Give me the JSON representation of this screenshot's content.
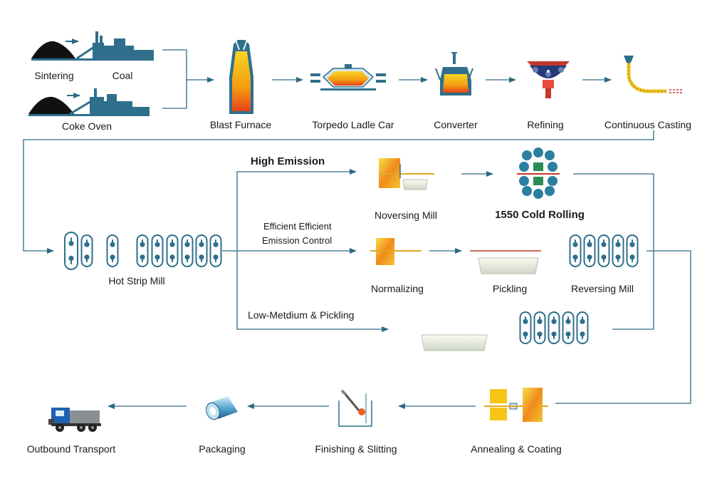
{
  "labels": {
    "sintering": "Sintering",
    "coal": "Coal",
    "coke_oven": "Coke Oven",
    "blast_furnace": "Blast Furnace",
    "torpedo": "Torpedo Ladle Car",
    "converter": "Converter",
    "refining": "Refining",
    "continuous_casting": "Continuous Casting",
    "high_emission": "High Emission",
    "noversing_mill": "Noversing Mill",
    "cold_rolling": "1550 Cold Rolling",
    "efficient_1": "Efficient Efficient",
    "efficient_2": "Emission Control",
    "hot_strip_mill": "Hot Strip Mill",
    "normalizing": "Normalizing",
    "pickling": "Pickling",
    "reversing_mill": "Reversing Mill",
    "low_medium": "Low-Metdium & Pickling",
    "outbound": "Outbound Transport",
    "packaging": "Packaging",
    "finishing": "Finishing & Slitting",
    "annealing": "Annealing & Coating"
  },
  "colors": {
    "line": "#2d6a83",
    "equipment": "#2f6f8c",
    "dark": "#111111",
    "hot": "#e8621a",
    "yellow": "#f5c518",
    "strip_red": "#c0392b",
    "truck_blue": "#1f5fb0"
  }
}
